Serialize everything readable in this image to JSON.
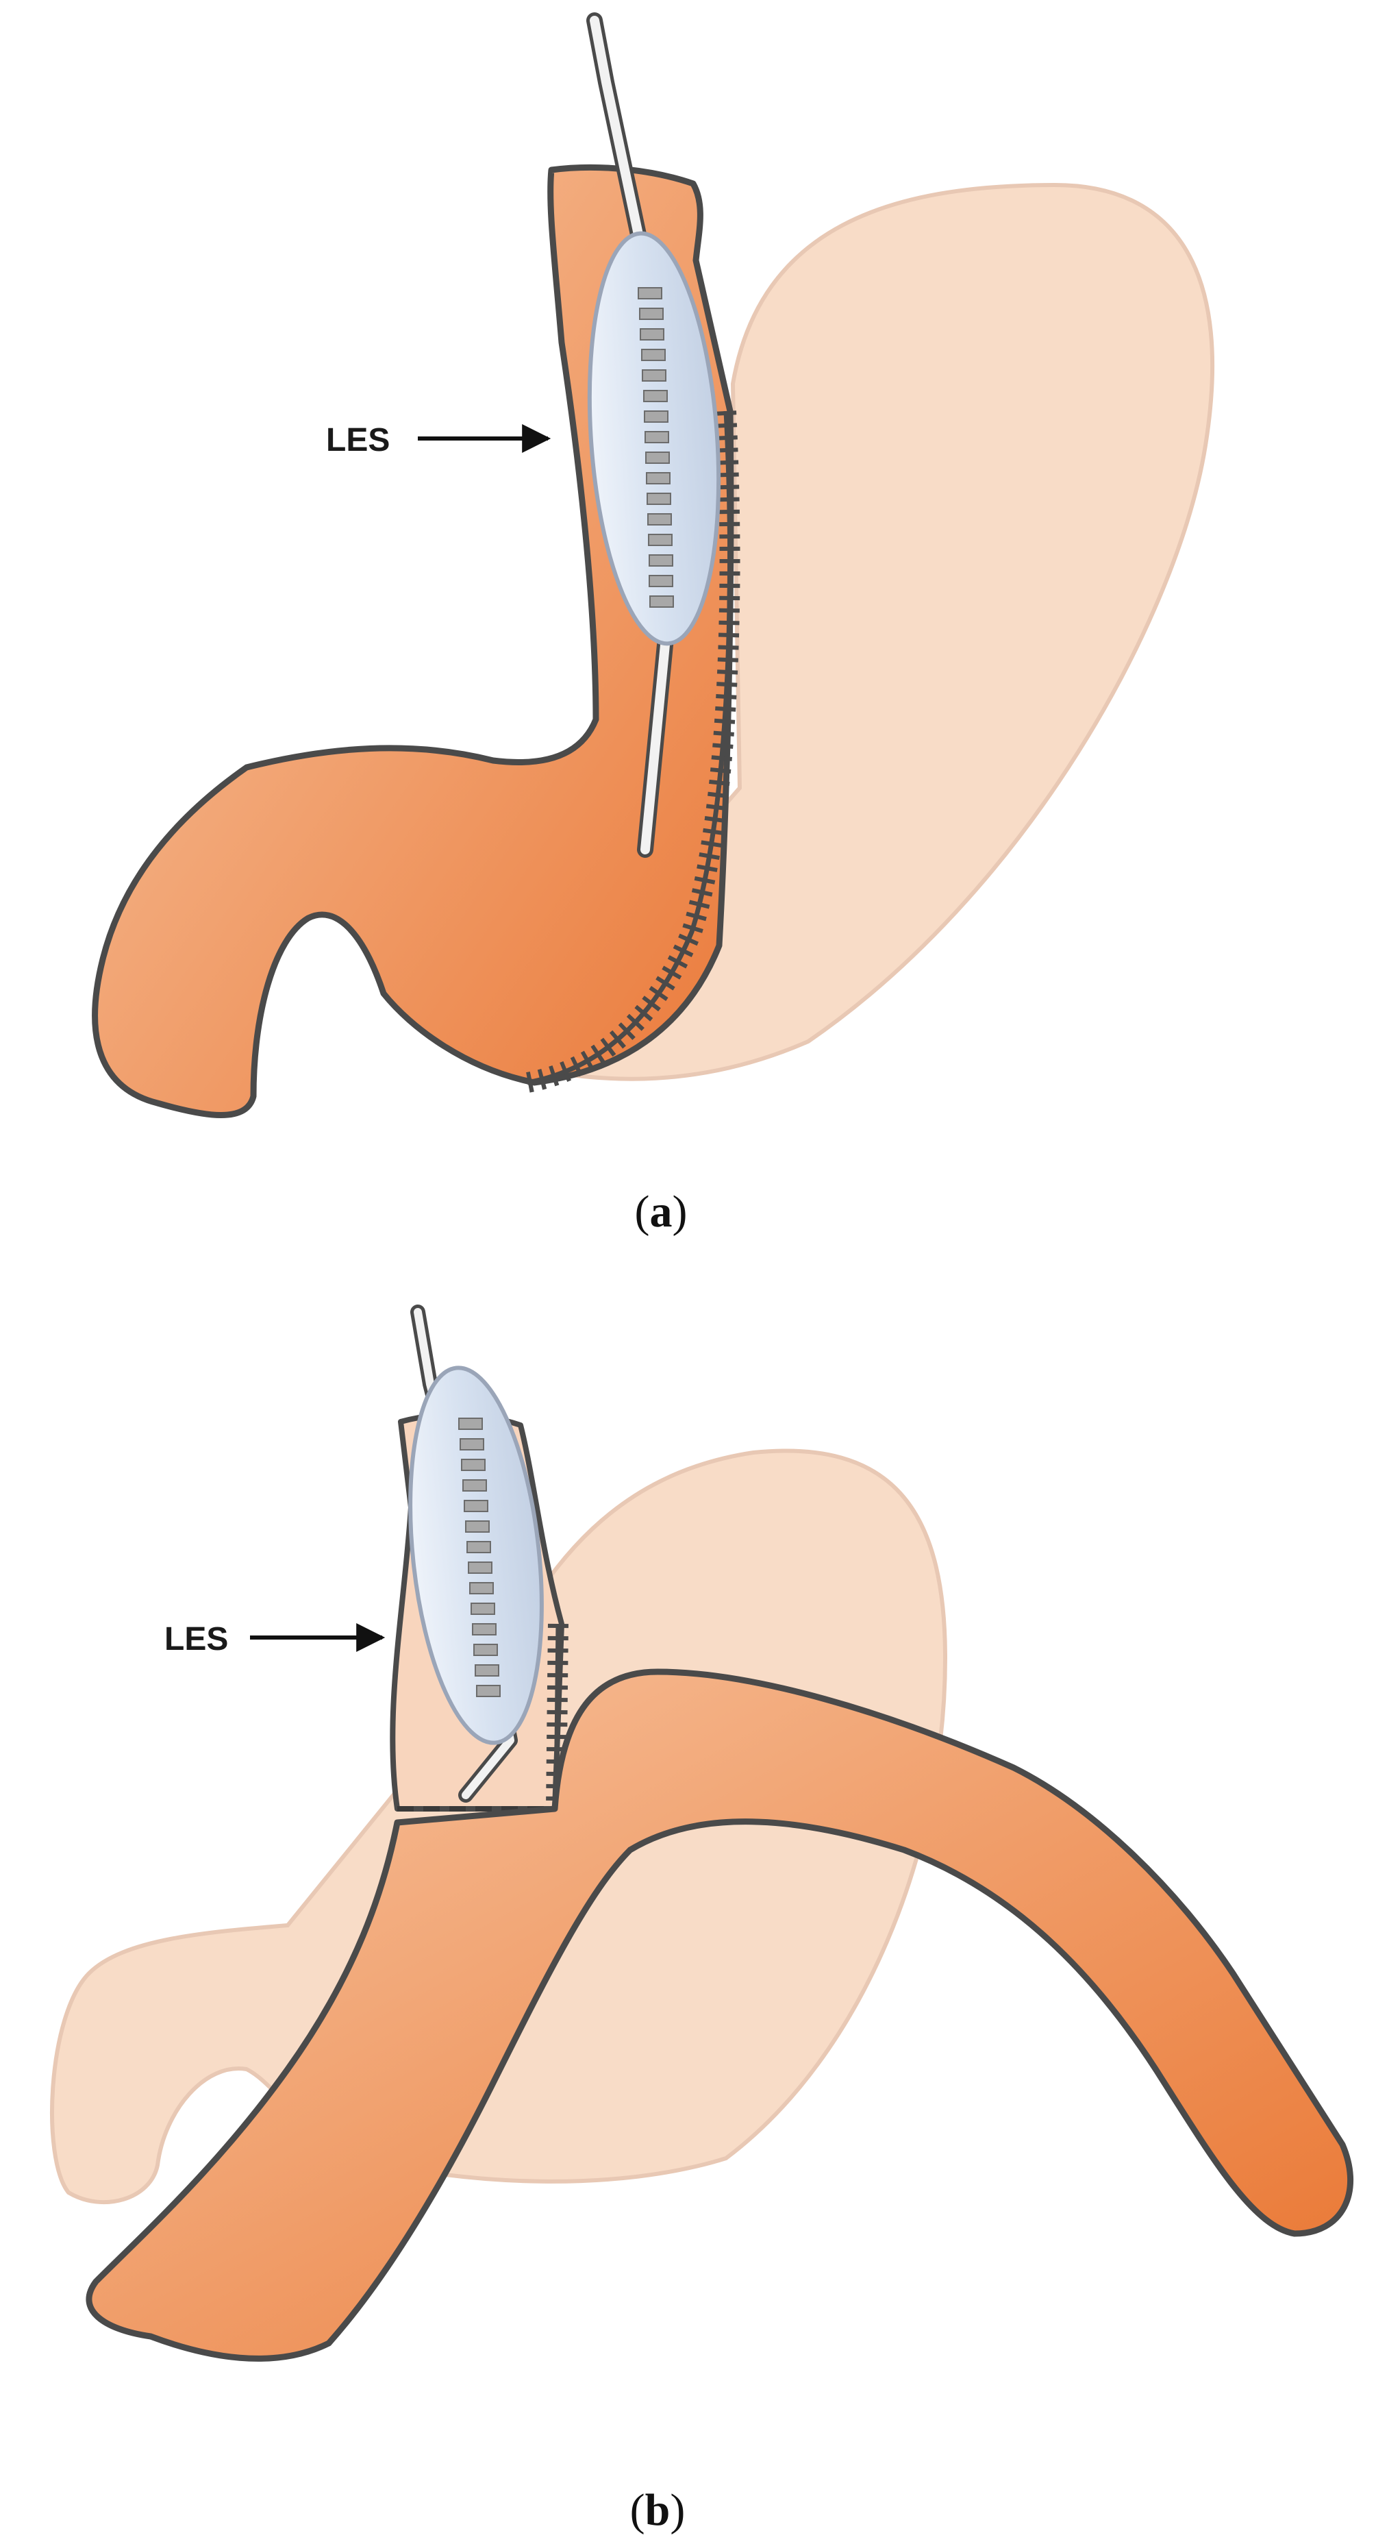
{
  "panels": [
    {
      "id": "a",
      "les_label": "LES",
      "caption_letter": "a"
    },
    {
      "id": "b",
      "les_label": "LES",
      "caption_letter": "b"
    }
  ],
  "colors": {
    "stomach_pale": "#f8dcc7",
    "stomach_pale_outline": "#e8c8b4",
    "organ_light": "#f6b98c",
    "organ_dark": "#ea7a3a",
    "outline": "#4a4a4a",
    "balloon_fill": "#dbe6f3",
    "balloon_stroke": "#9aa5b8",
    "catheter": "#f2f2f2",
    "sensor": "#a8a8a8",
    "text": "#1a1a1a"
  },
  "icons": [
    "arrow-right-icon",
    "manometry-catheter-icon"
  ]
}
